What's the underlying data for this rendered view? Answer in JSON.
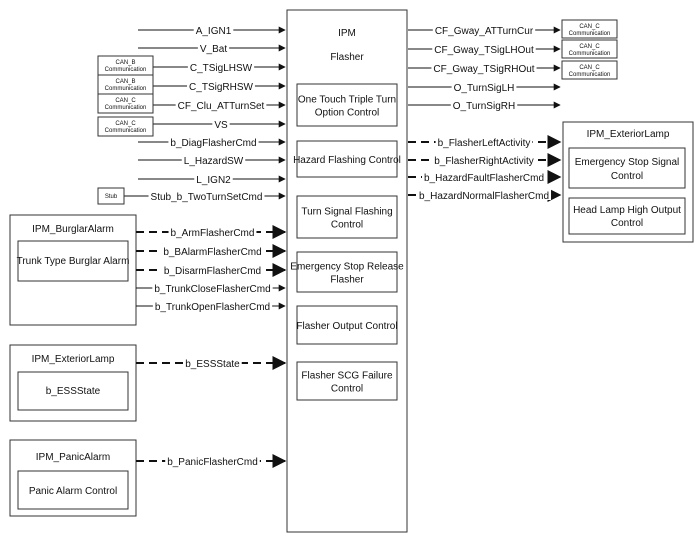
{
  "ipm": {
    "title": "IPM",
    "subtitle": "Flasher",
    "blocks": [
      [
        "One Touch Triple Turn",
        "Option Control"
      ],
      [
        "Hazard Flashing Control"
      ],
      [
        "Turn Signal Flashing",
        "Control"
      ],
      [
        "Emergency Stop Release",
        "Flasher"
      ],
      [
        "Flasher Output Control"
      ],
      [
        "Flasher SCG Failure",
        "Control"
      ]
    ]
  },
  "inputs": [
    {
      "label": "A_IGN1",
      "style": "solid",
      "src": ""
    },
    {
      "label": "V_Bat",
      "style": "solid",
      "src": ""
    },
    {
      "label": "C_TSigLHSW",
      "style": "solid",
      "src": [
        "CAN_B",
        "Communication"
      ]
    },
    {
      "label": "C_TSigRHSW",
      "style": "solid",
      "src": [
        "CAN_B",
        "Communication"
      ]
    },
    {
      "label": "CF_Clu_ATTurnSet",
      "style": "solid",
      "src": [
        "CAN_C",
        "Communication"
      ]
    },
    {
      "label": "VS",
      "style": "solid",
      "src": [
        "CAN_C",
        "Communication"
      ]
    },
    {
      "label": "b_DiagFlasherCmd",
      "style": "solid",
      "src": ""
    },
    {
      "label": "L_HazardSW",
      "style": "solid",
      "src": ""
    },
    {
      "label": "L_IGN2",
      "style": "solid",
      "src": ""
    },
    {
      "label": "Stub_b_TwoTurnSetCmd",
      "style": "solid",
      "src": [
        "Stub"
      ]
    },
    {
      "label": "b_ArmFlasherCmd",
      "style": "dashed",
      "src": ""
    },
    {
      "label": "b_BAlarmFlasherCmd",
      "style": "dashed",
      "src": ""
    },
    {
      "label": "b_DisarmFlasherCmd",
      "style": "dashed",
      "src": ""
    },
    {
      "label": "b_TrunkCloseFlasherCmd",
      "style": "solid",
      "src": ""
    },
    {
      "label": "b_TrunkOpenFlasherCmd",
      "style": "solid",
      "src": ""
    },
    {
      "label": "b_ESSState",
      "style": "dashed",
      "src": ""
    },
    {
      "label": "b_PanicFlasherCmd",
      "style": "dashed",
      "src": ""
    }
  ],
  "outputs": [
    {
      "label": "CF_Gway_ATTurnCur",
      "style": "solid",
      "dst": [
        "CAN_C",
        "Communication"
      ]
    },
    {
      "label": "CF_Gway_TSigLHOut",
      "style": "solid",
      "dst": [
        "CAN_C",
        "Communication"
      ]
    },
    {
      "label": "CF_Gway_TSigRHOut",
      "style": "solid",
      "dst": [
        "CAN_C",
        "Communication"
      ]
    },
    {
      "label": "O_TurnSigLH",
      "style": "solid",
      "dst": ""
    },
    {
      "label": "O_TurnSigRH",
      "style": "solid",
      "dst": ""
    },
    {
      "label": "b_FlasherLeftActivity",
      "style": "dashed",
      "dst": ""
    },
    {
      "label": "b_FlasherRightActivity",
      "style": "dashed",
      "dst": ""
    },
    {
      "label": "b_HazardFaultFlasherCmd",
      "style": "dashed",
      "dst": ""
    },
    {
      "label": "b_HazardNormalFlasherCmd",
      "style": "dashed",
      "dst": ""
    }
  ],
  "modules": {
    "burglar": {
      "title": "IPM_BurglarAlarm",
      "inner": [
        "Trunk Type Burglar Alarm"
      ]
    },
    "exterior_left": {
      "title": "IPM_ExteriorLamp",
      "inner": [
        "b_ESSState"
      ]
    },
    "panic": {
      "title": "IPM_PanicAlarm",
      "inner": [
        "Panic Alarm Control"
      ]
    },
    "exterior_right": {
      "title": "IPM_ExteriorLamp",
      "inner1": [
        "Emergency Stop Signal",
        "Control"
      ],
      "inner2": [
        "Head Lamp High Output",
        "Control"
      ]
    }
  }
}
